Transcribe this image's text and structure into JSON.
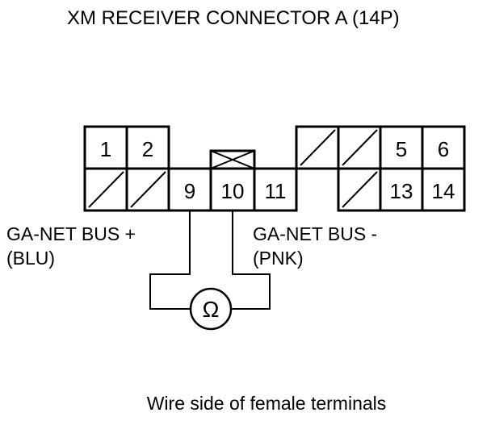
{
  "title": "XM RECEIVER CONNECTOR A (14P)",
  "connector": {
    "pins": {
      "p1": "1",
      "p2": "2",
      "p5": "5",
      "p6": "6",
      "p9": "9",
      "p10": "10",
      "p11": "11",
      "p13": "13",
      "p14": "14"
    }
  },
  "wires": {
    "left_name": "GA-NET BUS +",
    "left_color": "(BLU)",
    "right_name": "GA-NET BUS -",
    "right_color": "(PNK)"
  },
  "meter": {
    "symbol": "Ω"
  },
  "caption": "Wire side of female terminals"
}
